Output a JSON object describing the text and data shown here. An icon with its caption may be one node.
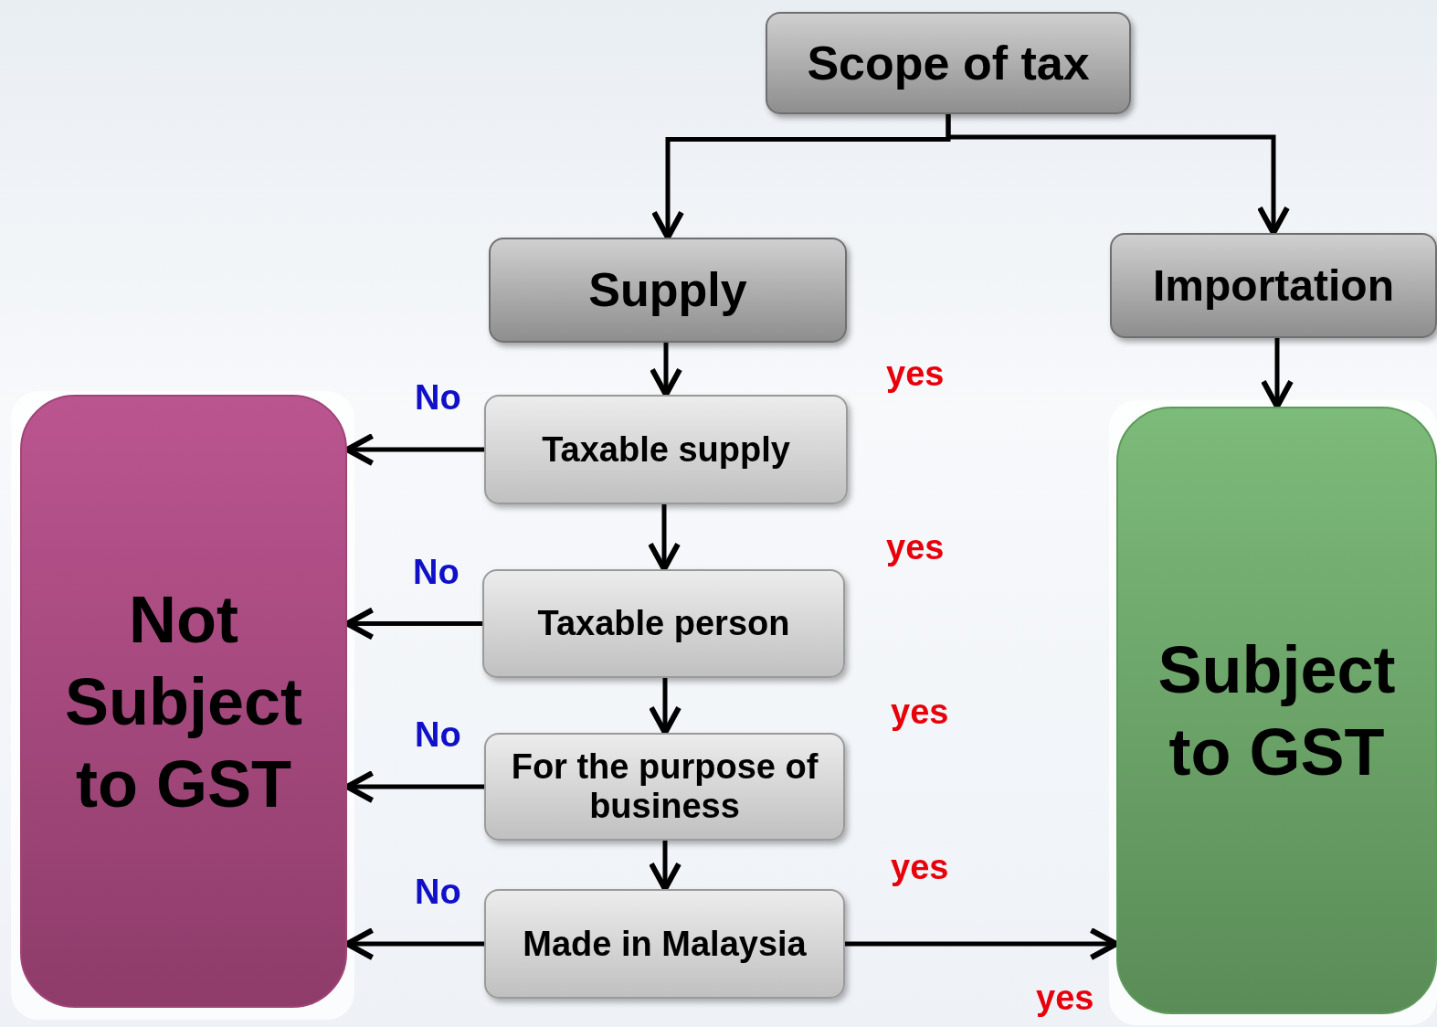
{
  "diagram": {
    "nodes": [
      {
        "text": [
          "Scope of tax"
        ]
      },
      {
        "text": [
          "Supply"
        ]
      },
      {
        "text": [
          "Importation"
        ]
      },
      {
        "text": [
          "Taxable supply"
        ]
      },
      {
        "text": [
          "Taxable person"
        ]
      },
      {
        "text": [
          "For the purpose of business"
        ]
      },
      {
        "text": [
          "Made in Malaysia"
        ]
      },
      {
        "text": [
          "Not Subject to GST"
        ]
      },
      {
        "text": [
          "Subject to GST"
        ]
      }
    ],
    "edges": [
      {
        "from": 0,
        "to": 1,
        "arrow": "to"
      },
      {
        "from": 0,
        "to": 2,
        "arrow": "to"
      },
      {
        "from": 1,
        "to": 3,
        "arrow": "to"
      },
      {
        "from": 3,
        "to": 4,
        "arrow": "to"
      },
      {
        "from": 4,
        "to": 5,
        "arrow": "to"
      },
      {
        "from": 5,
        "to": 6,
        "arrow": "to"
      },
      {
        "from": 2,
        "to": 8,
        "arrow": "to"
      },
      {
        "from": 3,
        "to": 7,
        "arrow": "to",
        "label": "No"
      },
      {
        "from": 4,
        "to": 7,
        "arrow": "to",
        "label": "No"
      },
      {
        "from": 5,
        "to": 7,
        "arrow": "to",
        "label": "No"
      },
      {
        "from": 6,
        "to": 7,
        "arrow": "to",
        "label": "No"
      },
      {
        "from": 6,
        "to": 8,
        "arrow": "to",
        "label": "yes"
      }
    ],
    "labels": [
      "yes",
      "yes",
      "yes",
      "yes"
    ]
  }
}
